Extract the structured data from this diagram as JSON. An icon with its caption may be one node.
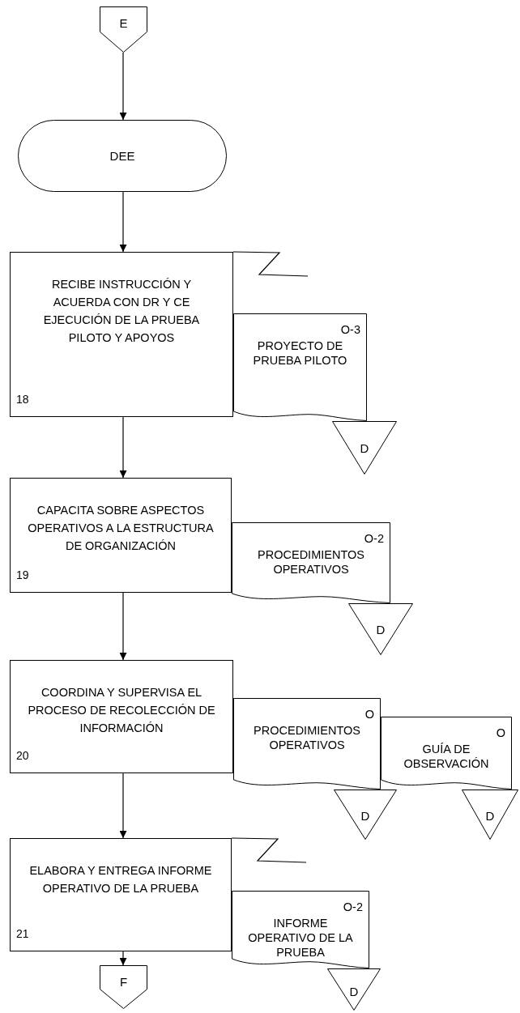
{
  "diagram": {
    "nodes": [
      {
        "text": [
          "E"
        ]
      },
      {
        "text": [
          "DEE"
        ]
      },
      {
        "text": [
          "RECIBE INSTRUCCIÓN Y ACUERDA CON DR Y CE EJECUCIÓN DE LA PRUEBA PILOTO Y APOYOS",
          "18"
        ]
      },
      {
        "text": [
          "O-3",
          "PROYECTO DE PRUEBA PILOTO"
        ]
      },
      {
        "text": [
          "D"
        ]
      },
      {
        "text": [
          "CAPACITA SOBRE ASPECTOS OPERATIVOS A LA ESTRUCTURA DE ORGANIZACIÓN",
          "19"
        ]
      },
      {
        "text": [
          "O-2",
          "PROCEDIMIENTOS OPERATIVOS"
        ]
      },
      {
        "text": [
          "D"
        ]
      },
      {
        "text": [
          "COORDINA Y SUPERVISA EL PROCESO DE RECOLECCIÓN DE INFORMACIÓN",
          "20"
        ]
      },
      {
        "text": [
          "O",
          "PROCEDIMIENTOS OPERATIVOS"
        ]
      },
      {
        "text": [
          "D"
        ]
      },
      {
        "text": [
          "O",
          "GUÍA DE OBSERVACIÓN"
        ]
      },
      {
        "text": [
          "D"
        ]
      },
      {
        "text": [
          "ELABORA Y ENTREGA INFORME OPERATIVO DE LA PRUEBA",
          "21"
        ]
      },
      {
        "text": [
          "O-2",
          "INFORME OPERATIVO DE LA PRUEBA"
        ]
      },
      {
        "text": [
          "D"
        ]
      },
      {
        "text": [
          "F"
        ]
      }
    ],
    "edges": [
      {
        "from": 0,
        "to": 1,
        "arrow": "to"
      },
      {
        "from": 1,
        "to": 2,
        "arrow": "to"
      },
      {
        "from": 2,
        "to": null,
        "arrow": "none"
      },
      {
        "from": 2,
        "to": 5,
        "arrow": "to"
      },
      {
        "from": 5,
        "to": 8,
        "arrow": "to"
      },
      {
        "from": 8,
        "to": 13,
        "arrow": "to"
      },
      {
        "from": 13,
        "to": null,
        "arrow": "none"
      },
      {
        "from": 13,
        "to": 16,
        "arrow": "to"
      }
    ]
  }
}
